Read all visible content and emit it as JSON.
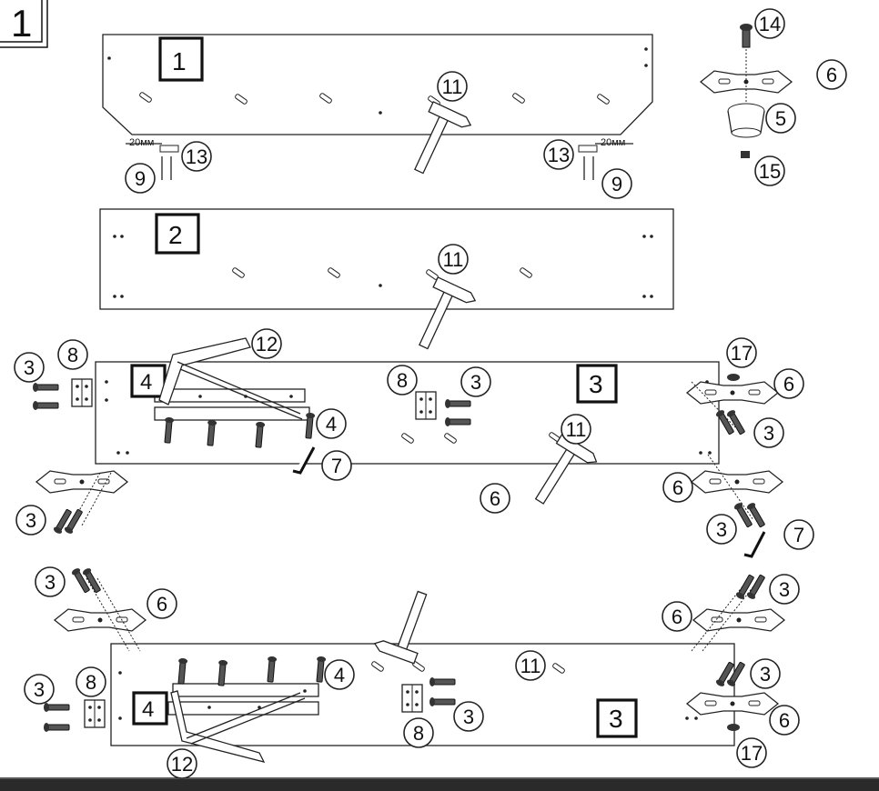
{
  "step_label": "1",
  "panel_labels": {
    "p1": "1",
    "p2": "2",
    "p3": "3",
    "p4": "4"
  },
  "dimension_label": "20мм",
  "callouts": {
    "c3": "3",
    "c4": "4",
    "c5": "5",
    "c6": "6",
    "c7": "7",
    "c8": "8",
    "c9": "9",
    "c11": "11",
    "c12": "12",
    "c13": "13",
    "c14": "14",
    "c15": "15",
    "c17": "17"
  }
}
